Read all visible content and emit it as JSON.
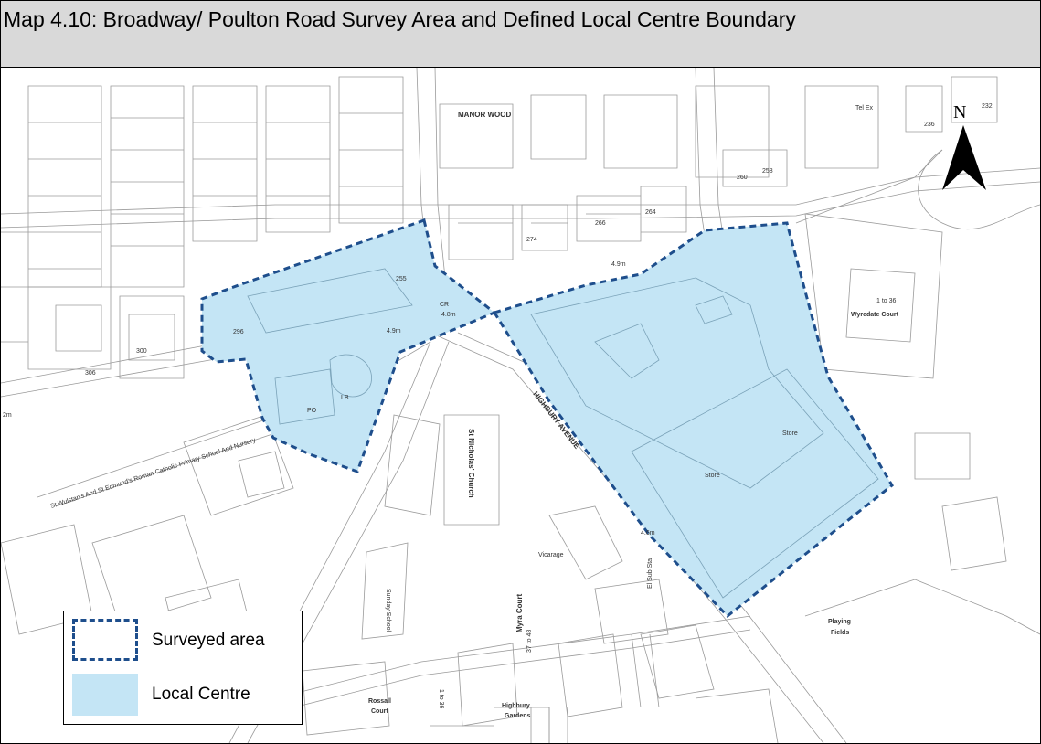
{
  "title": "Map 4.10: Broadway/ Poulton Road Survey Area and Defined  Local Centre Boundary",
  "north_label": "N",
  "legend": {
    "surveyed_label": "Surveyed area",
    "local_centre_label": "Local Centre"
  },
  "colors": {
    "local_centre_fill": "#c4e5f5",
    "boundary_line": "#1e4e8c",
    "title_bar": "#d9d9d9"
  },
  "map_labels": {
    "manor_wood": "MANOR WOOD",
    "tel_ex": "Tel Ex",
    "n_236": "236",
    "n_232": "232",
    "n_260": "260",
    "n_258": "258",
    "n_274": "274",
    "n_266": "266",
    "n_264": "264",
    "n_49m_top": "4.9m",
    "n_1to36": "1 to 36",
    "wyredate_court": "Wyredate Court",
    "cr": "CR",
    "n_48m": "4.8m",
    "n_49m_left": "4.9m",
    "n_255": "255",
    "n_296": "296",
    "n_300": "300",
    "n_306": "306",
    "po": "PO",
    "lb": "LB",
    "highbury_avenue": "HIGHBURY AVENUE",
    "st_nicholas_church": "St Nicholas' Church",
    "store_1": "Store",
    "store_2": "Store",
    "school": "St Wulstan's And St Edmund's Roman Catholic Primary School And Nursery",
    "vicarage": "Vicarage",
    "n_46m": "4.6m",
    "sunday_school": "Sunday School",
    "myra_court": "Myra Court",
    "n_37to48": "37 to 48",
    "el_sub_sta": "El Sub Sta",
    "playing_fields_1": "Playing",
    "playing_fields_2": "Fields",
    "rossall_court_1": "Rossall",
    "rossall_court_2": "Court",
    "highbury_gardens_1": "Highbury",
    "highbury_gardens_2": "Gardens",
    "n_1to36b": "1 to 36",
    "n_2m": "2m"
  }
}
